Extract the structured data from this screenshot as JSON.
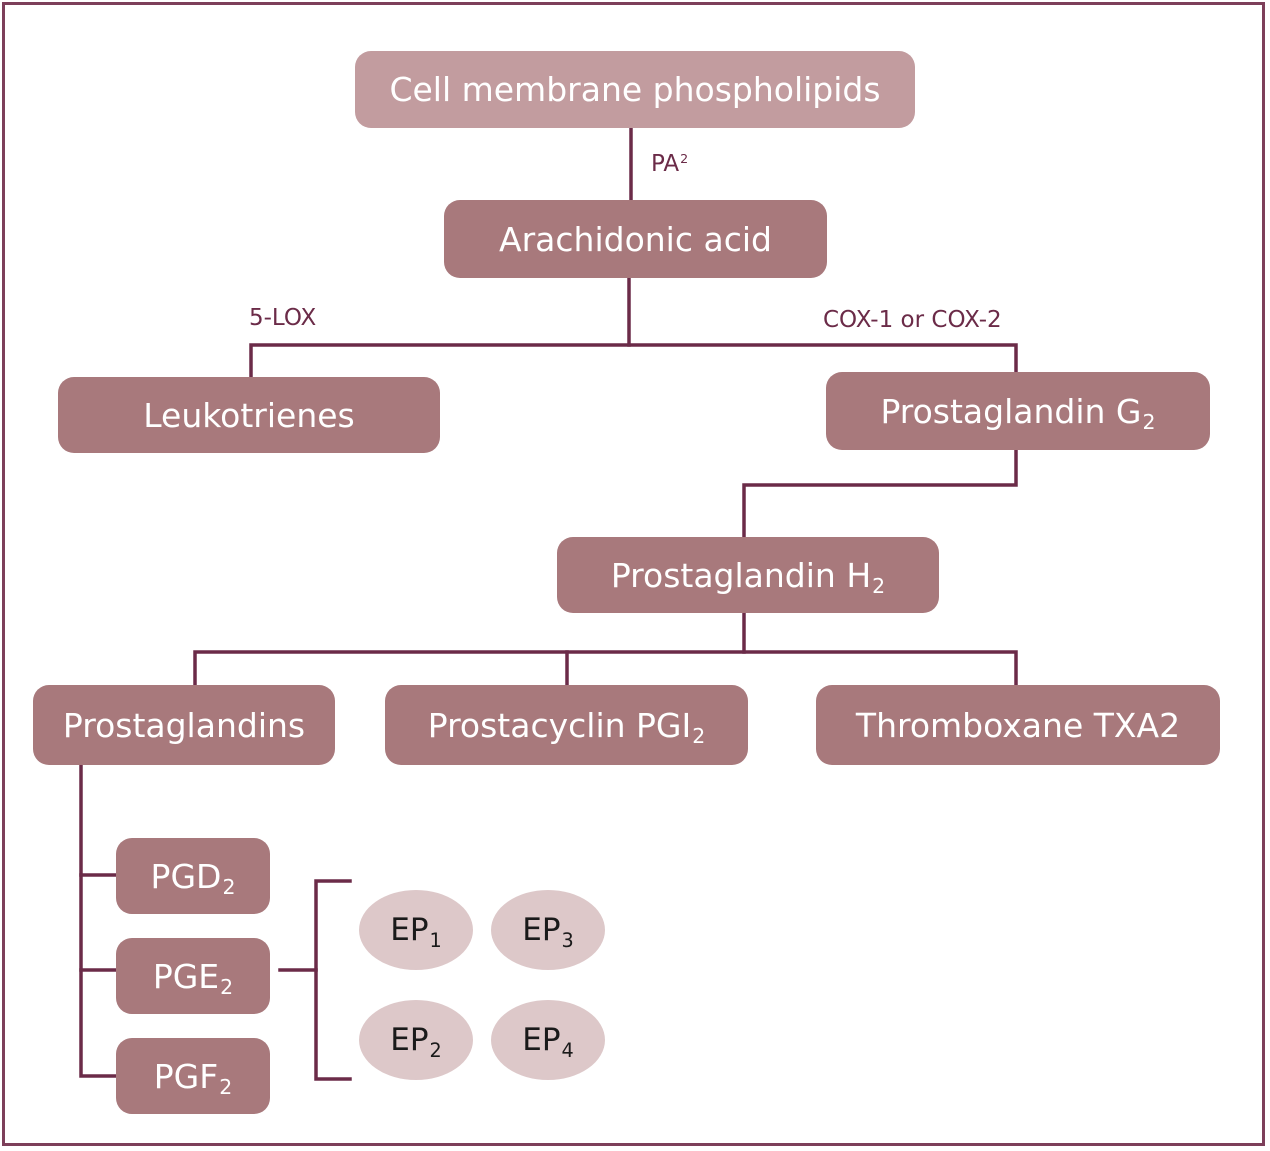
{
  "diagram": {
    "nodes": {
      "cell_membrane": "Cell membrane phospholipids",
      "arachidonic_acid": "Arachidonic acid",
      "leukotrienes": "Leukotrienes",
      "pgg2": {
        "text": "Prostaglandin G",
        "sub": "2"
      },
      "pgh2": {
        "text": "Prostaglandin H",
        "sub": "2"
      },
      "prostaglandins": "Prostaglandins",
      "prostacyclin": {
        "text": "Prostacyclin PGI",
        "sub": "2"
      },
      "thromboxane": "Thromboxane TXA2",
      "pgd2": {
        "text": "PGD",
        "sub": "2"
      },
      "pge2": {
        "text": "PGE",
        "sub": "2"
      },
      "pgf2": {
        "text": "PGF",
        "sub": "2"
      }
    },
    "receptors": [
      {
        "text": "EP",
        "sub": "1"
      },
      {
        "text": "EP",
        "sub": "3"
      },
      {
        "text": "EP",
        "sub": "2"
      },
      {
        "text": "EP",
        "sub": "4"
      }
    ],
    "edge_labels": {
      "pa2": {
        "text": "PA",
        "sup": "2"
      },
      "lox": "5-LOX",
      "cox": "COX-1 or COX-2"
    }
  },
  "colors": {
    "border": "#7d3f5a",
    "line": "#6b2b48",
    "box": "#a8797c",
    "box_top": "#c29c9f",
    "oval": "#ddc8c9",
    "label_text": "#6b2b48"
  }
}
